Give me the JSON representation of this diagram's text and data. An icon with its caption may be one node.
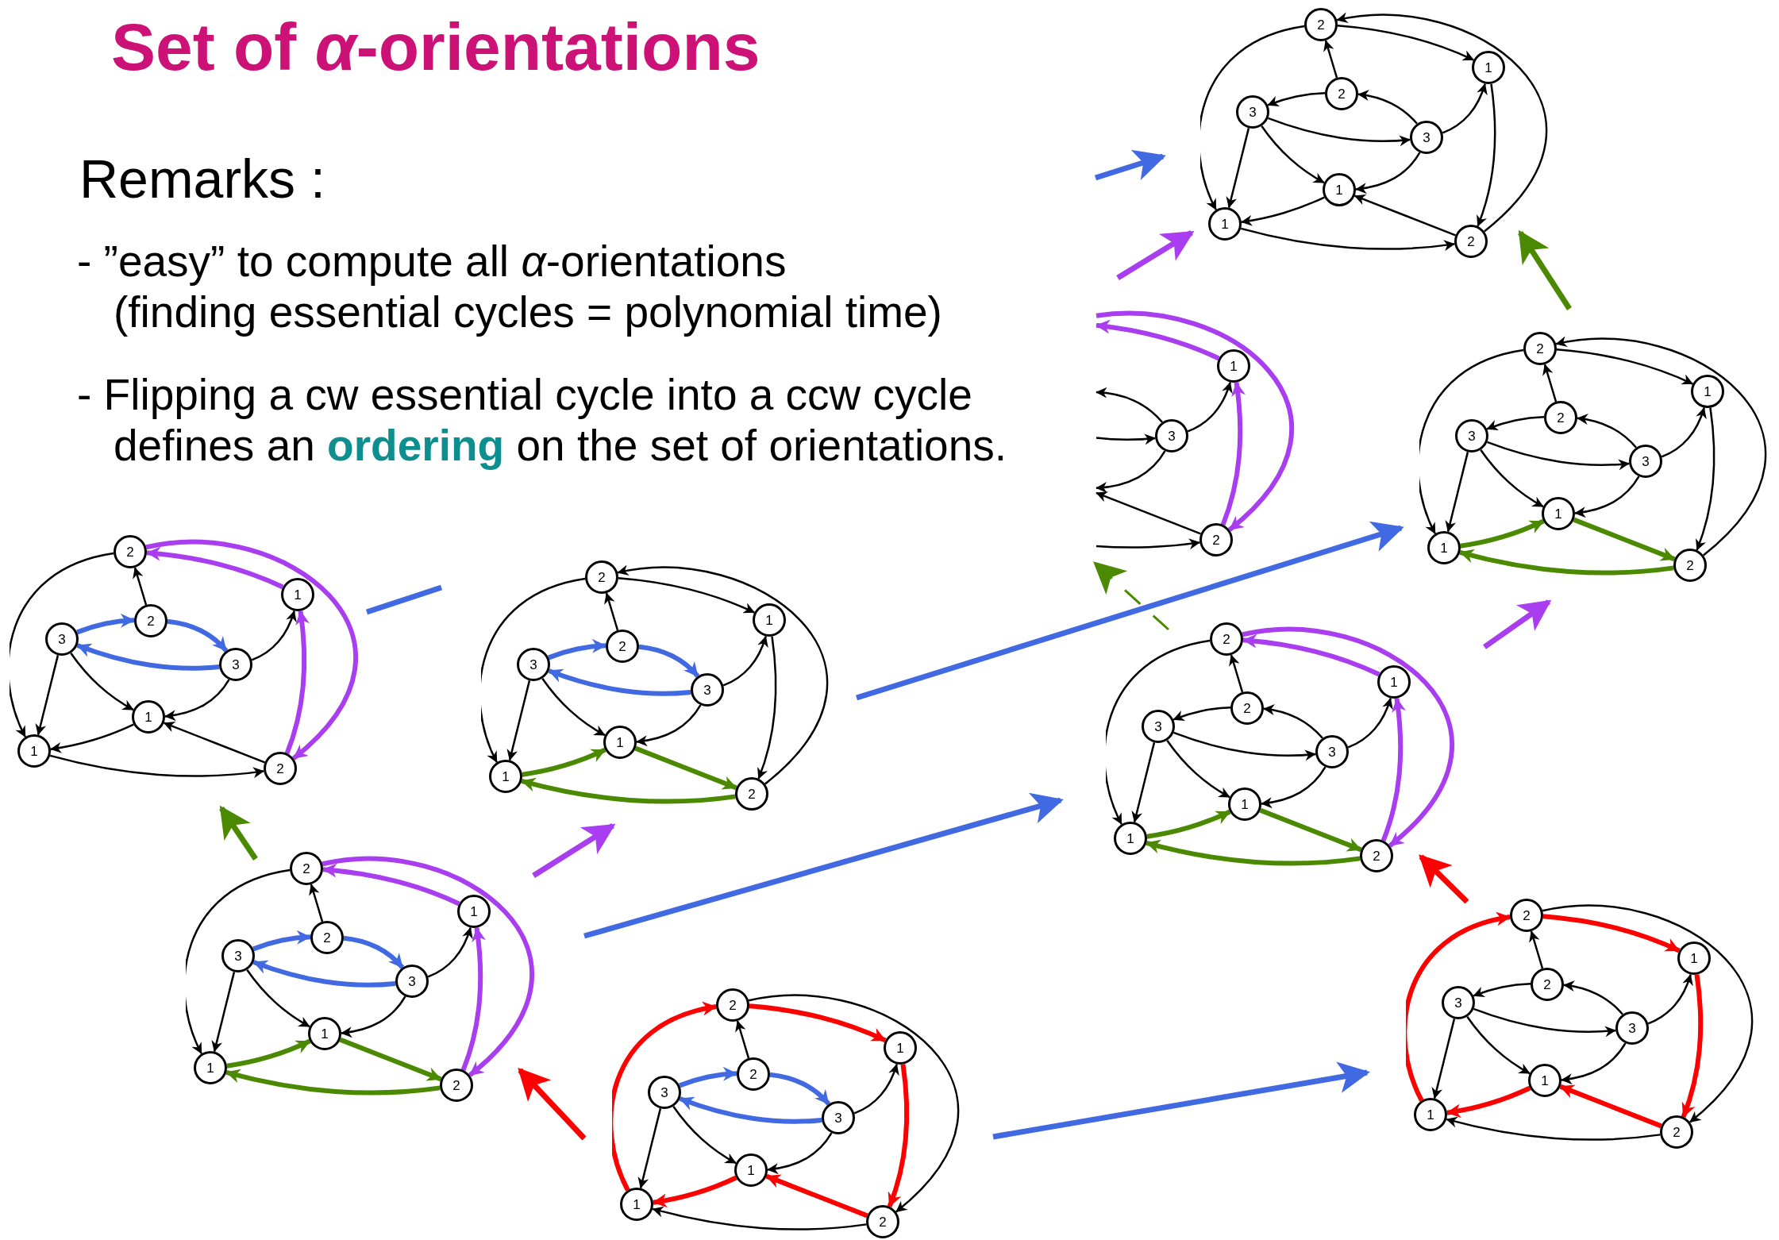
{
  "diagram": {
    "title": "Set of *α*-orientations",
    "nodes": [
      {
        "text": [],
        "shape": "picture"
      },
      {
        "text": [
          "2"
        ],
        "in": 0
      },
      {
        "text": [
          "1"
        ],
        "in": 0
      },
      {
        "text": [
          "2"
        ],
        "in": 0
      },
      {
        "text": [
          "3"
        ],
        "in": 0
      },
      {
        "text": [
          "3"
        ],
        "in": 0
      },
      {
        "text": [
          "1"
        ],
        "in": 0
      },
      {
        "text": [
          "1"
        ],
        "in": 0
      },
      {
        "text": [
          "2"
        ],
        "in": 0
      },
      {
        "text": [],
        "shape": "picture"
      },
      {
        "text": [
          "1"
        ],
        "in": 9
      },
      {
        "text": [
          "3"
        ],
        "in": 9
      },
      {
        "text": [
          "2"
        ],
        "in": 9
      },
      {
        "text": [],
        "shape": "picture"
      },
      {
        "text": [
          "2"
        ],
        "in": 13
      },
      {
        "text": [
          "1"
        ],
        "in": 13
      },
      {
        "text": [
          "2"
        ],
        "in": 13
      },
      {
        "text": [
          "3"
        ],
        "in": 13
      },
      {
        "text": [
          "3"
        ],
        "in": 13
      },
      {
        "text": [
          "1"
        ],
        "in": 13
      },
      {
        "text": [
          "1"
        ],
        "in": 13
      },
      {
        "text": [
          "2"
        ],
        "in": 13
      },
      {
        "text": [],
        "shape": "picture"
      },
      {
        "text": [
          "2"
        ],
        "in": 22
      },
      {
        "text": [
          "1"
        ],
        "in": 22
      },
      {
        "text": [
          "2"
        ],
        "in": 22
      },
      {
        "text": [
          "3"
        ],
        "in": 22
      },
      {
        "text": [
          "3"
        ],
        "in": 22
      },
      {
        "text": [
          "1"
        ],
        "in": 22
      },
      {
        "text": [
          "1"
        ],
        "in": 22
      },
      {
        "text": [
          "2"
        ],
        "in": 22
      },
      {
        "text": [],
        "shape": "picture"
      },
      {
        "text": [
          "2"
        ],
        "in": 31
      },
      {
        "text": [
          "1"
        ],
        "in": 31
      },
      {
        "text": [
          "2"
        ],
        "in": 31
      },
      {
        "text": [
          "3"
        ],
        "in": 31
      },
      {
        "text": [
          "3"
        ],
        "in": 31
      },
      {
        "text": [
          "1"
        ],
        "in": 31
      },
      {
        "text": [
          "1"
        ],
        "in": 31
      },
      {
        "text": [
          "2"
        ],
        "in": 31
      },
      {
        "text": [],
        "shape": "picture"
      },
      {
        "text": [
          "2"
        ],
        "in": 40
      },
      {
        "text": [
          "1"
        ],
        "in": 40
      },
      {
        "text": [
          "2"
        ],
        "in": 40
      },
      {
        "text": [
          "3"
        ],
        "in": 40
      },
      {
        "text": [
          "3"
        ],
        "in": 40
      },
      {
        "text": [
          "1"
        ],
        "in": 40
      },
      {
        "text": [
          "1"
        ],
        "in": 40
      },
      {
        "text": [
          "2"
        ],
        "in": 40
      },
      {
        "text": [],
        "shape": "picture"
      },
      {
        "text": [
          "2"
        ],
        "in": 49
      },
      {
        "text": [
          "1"
        ],
        "in": 49
      },
      {
        "text": [
          "2"
        ],
        "in": 49
      },
      {
        "text": [
          "3"
        ],
        "in": 49
      },
      {
        "text": [
          "3"
        ],
        "in": 49
      },
      {
        "text": [
          "1"
        ],
        "in": 49
      },
      {
        "text": [
          "1"
        ],
        "in": 49
      },
      {
        "text": [
          "2"
        ],
        "in": 49
      },
      {
        "text": [],
        "shape": "picture"
      },
      {
        "text": [
          "2"
        ],
        "in": 58
      },
      {
        "text": [
          "1"
        ],
        "in": 58
      },
      {
        "text": [
          "2"
        ],
        "in": 58
      },
      {
        "text": [
          "3"
        ],
        "in": 58
      },
      {
        "text": [
          "3"
        ],
        "in": 58
      },
      {
        "text": [
          "1"
        ],
        "in": 58
      },
      {
        "text": [
          "1"
        ],
        "in": 58
      },
      {
        "text": [
          "2"
        ],
        "in": 58
      },
      {
        "text": [],
        "shape": "picture"
      },
      {
        "text": [
          "2"
        ],
        "in": 67
      },
      {
        "text": [
          "1"
        ],
        "in": 67
      },
      {
        "text": [
          "2"
        ],
        "in": 67
      },
      {
        "text": [
          "3"
        ],
        "in": 67
      },
      {
        "text": [
          "3"
        ],
        "in": 67
      },
      {
        "text": [
          "1"
        ],
        "in": 67
      },
      {
        "text": [
          "1"
        ],
        "in": 67
      },
      {
        "text": [
          "2"
        ],
        "in": 67
      }
    ],
    "edges": [
      {
        "from": 1,
        "to": 2,
        "arrow": "to"
      },
      {
        "from": 8,
        "to": 1,
        "arrow": "to"
      },
      {
        "from": 1,
        "to": 7,
        "arrow": "to"
      },
      {
        "from": 3,
        "to": 1,
        "arrow": "to"
      },
      {
        "from": 3,
        "to": 4,
        "arrow": "to"
      },
      {
        "from": 5,
        "to": 3,
        "arrow": "to"
      },
      {
        "from": 4,
        "to": 5,
        "arrow": "to"
      },
      {
        "from": 5,
        "to": 2,
        "arrow": "to"
      },
      {
        "from": 2,
        "to": 8,
        "arrow": "to"
      },
      {
        "from": 4,
        "to": 7,
        "arrow": "to"
      },
      {
        "from": 4,
        "to": 6,
        "arrow": "to"
      },
      {
        "from": 5,
        "to": 6,
        "arrow": "to"
      },
      {
        "from": 6,
        "to": 7,
        "arrow": "to"
      },
      {
        "from": 8,
        "to": 6,
        "arrow": "to"
      },
      {
        "from": 7,
        "to": 8,
        "arrow": "to"
      },
      {
        "from": 10,
        "to": null,
        "arrow": "to",
        "style": "thick",
        "color": "#a93ef0"
      },
      {
        "from": null,
        "to": 12,
        "arrow": "to",
        "style": "thick",
        "color": "#a93ef0"
      },
      {
        "from": 12,
        "to": 10,
        "arrow": "to",
        "style": "thick",
        "color": "#a93ef0"
      },
      {
        "from": 11,
        "to": 10,
        "arrow": "to"
      },
      {
        "from": 11,
        "to": null,
        "arrow": "to"
      },
      {
        "from": null,
        "to": 11,
        "arrow": "to"
      },
      {
        "from": 11,
        "to": null,
        "arrow": "to"
      },
      {
        "from": 12,
        "to": null,
        "arrow": "to"
      },
      {
        "from": null,
        "to": 12,
        "arrow": "to"
      },
      {
        "from": 14,
        "to": 15,
        "arrow": "to"
      },
      {
        "from": 21,
        "to": 14,
        "arrow": "to"
      },
      {
        "from": 14,
        "to": 20,
        "arrow": "to"
      },
      {
        "from": 16,
        "to": 14,
        "arrow": "to"
      },
      {
        "from": 16,
        "to": 17,
        "arrow": "to"
      },
      {
        "from": 18,
        "to": 16,
        "arrow": "to"
      },
      {
        "from": 17,
        "to": 18,
        "arrow": "to"
      },
      {
        "from": 18,
        "to": 15,
        "arrow": "to"
      },
      {
        "from": 15,
        "to": 21,
        "arrow": "to"
      },
      {
        "from": 17,
        "to": 20,
        "arrow": "to"
      },
      {
        "from": 17,
        "to": 19,
        "arrow": "to"
      },
      {
        "from": 18,
        "to": 19,
        "arrow": "to"
      },
      {
        "from": 20,
        "to": 19,
        "arrow": "to",
        "style": "thick",
        "color": "#4b8a00"
      },
      {
        "from": 19,
        "to": 21,
        "arrow": "to",
        "style": "thick",
        "color": "#4b8a00"
      },
      {
        "from": 21,
        "to": 20,
        "arrow": "to",
        "style": "thick",
        "color": "#4b8a00"
      },
      {
        "from": 24,
        "to": 23,
        "arrow": "to",
        "style": "thick",
        "color": "#a93ef0"
      },
      {
        "from": 23,
        "to": 30,
        "arrow": "to",
        "style": "thick",
        "color": "#a93ef0"
      },
      {
        "from": 30,
        "to": 24,
        "arrow": "to",
        "style": "thick",
        "color": "#a93ef0"
      },
      {
        "from": 26,
        "to": 25,
        "arrow": "to",
        "style": "thick",
        "color": "#4169e1"
      },
      {
        "from": 25,
        "to": 27,
        "arrow": "to",
        "style": "thick",
        "color": "#4169e1"
      },
      {
        "from": 27,
        "to": 26,
        "arrow": "to",
        "style": "thick",
        "color": "#4169e1"
      },
      {
        "from": 23,
        "to": 29,
        "arrow": "to"
      },
      {
        "from": 25,
        "to": 23,
        "arrow": "to"
      },
      {
        "from": 27,
        "to": 24,
        "arrow": "to"
      },
      {
        "from": 26,
        "to": 29,
        "arrow": "to"
      },
      {
        "from": 26,
        "to": 28,
        "arrow": "to"
      },
      {
        "from": 27,
        "to": 28,
        "arrow": "to"
      },
      {
        "from": 28,
        "to": 29,
        "arrow": "to"
      },
      {
        "from": 30,
        "to": 28,
        "arrow": "to"
      },
      {
        "from": 29,
        "to": 30,
        "arrow": "to"
      },
      {
        "from": 32,
        "to": 33,
        "arrow": "to"
      },
      {
        "from": 39,
        "to": 32,
        "arrow": "to"
      },
      {
        "from": 33,
        "to": 39,
        "arrow": "to"
      },
      {
        "from": 32,
        "to": 38,
        "arrow": "to"
      },
      {
        "from": 34,
        "to": 32,
        "arrow": "to"
      },
      {
        "from": 36,
        "to": 33,
        "arrow": "to"
      },
      {
        "from": 35,
        "to": 38,
        "arrow": "to"
      },
      {
        "from": 35,
        "to": 37,
        "arrow": "to"
      },
      {
        "from": 36,
        "to": 37,
        "arrow": "to"
      },
      {
        "from": 35,
        "to": 34,
        "arrow": "to",
        "style": "thick",
        "color": "#4169e1"
      },
      {
        "from": 34,
        "to": 36,
        "arrow": "to",
        "style": "thick",
        "color": "#4169e1"
      },
      {
        "from": 36,
        "to": 35,
        "arrow": "to",
        "style": "thick",
        "color": "#4169e1"
      },
      {
        "from": 38,
        "to": 37,
        "arrow": "to",
        "style": "thick",
        "color": "#4b8a00"
      },
      {
        "from": 37,
        "to": 39,
        "arrow": "to",
        "style": "thick",
        "color": "#4b8a00"
      },
      {
        "from": 39,
        "to": 38,
        "arrow": "to",
        "style": "thick",
        "color": "#4b8a00"
      },
      {
        "from": 42,
        "to": 41,
        "arrow": "to",
        "style": "thick",
        "color": "#a93ef0"
      },
      {
        "from": 41,
        "to": 48,
        "arrow": "to",
        "style": "thick",
        "color": "#a93ef0"
      },
      {
        "from": 48,
        "to": 42,
        "arrow": "to",
        "style": "thick",
        "color": "#a93ef0"
      },
      {
        "from": 47,
        "to": 46,
        "arrow": "to",
        "style": "thick",
        "color": "#4b8a00"
      },
      {
        "from": 46,
        "to": 48,
        "arrow": "to",
        "style": "thick",
        "color": "#4b8a00"
      },
      {
        "from": 48,
        "to": 47,
        "arrow": "to",
        "style": "thick",
        "color": "#4b8a00"
      },
      {
        "from": 41,
        "to": 47,
        "arrow": "to"
      },
      {
        "from": 43,
        "to": 41,
        "arrow": "to"
      },
      {
        "from": 43,
        "to": 44,
        "arrow": "to"
      },
      {
        "from": 45,
        "to": 43,
        "arrow": "to"
      },
      {
        "from": 44,
        "to": 45,
        "arrow": "to"
      },
      {
        "from": 45,
        "to": 42,
        "arrow": "to"
      },
      {
        "from": 44,
        "to": 47,
        "arrow": "to"
      },
      {
        "from": 44,
        "to": 46,
        "arrow": "to"
      },
      {
        "from": 45,
        "to": 46,
        "arrow": "to"
      },
      {
        "from": 51,
        "to": 50,
        "arrow": "to",
        "style": "thick",
        "color": "#a93ef0"
      },
      {
        "from": 50,
        "to": 57,
        "arrow": "to",
        "style": "thick",
        "color": "#a93ef0"
      },
      {
        "from": 57,
        "to": 51,
        "arrow": "to",
        "style": "thick",
        "color": "#a93ef0"
      },
      {
        "from": 56,
        "to": 55,
        "arrow": "to",
        "style": "thick",
        "color": "#4b8a00"
      },
      {
        "from": 55,
        "to": 57,
        "arrow": "to",
        "style": "thick",
        "color": "#4b8a00"
      },
      {
        "from": 57,
        "to": 56,
        "arrow": "to",
        "style": "thick",
        "color": "#4b8a00"
      },
      {
        "from": 53,
        "to": 52,
        "arrow": "to",
        "style": "thick",
        "color": "#4169e1"
      },
      {
        "from": 52,
        "to": 54,
        "arrow": "to",
        "style": "thick",
        "color": "#4169e1"
      },
      {
        "from": 54,
        "to": 53,
        "arrow": "to",
        "style": "thick",
        "color": "#4169e1"
      },
      {
        "from": 50,
        "to": 56,
        "arrow": "to"
      },
      {
        "from": 52,
        "to": 50,
        "arrow": "to"
      },
      {
        "from": 54,
        "to": 51,
        "arrow": "to"
      },
      {
        "from": 53,
        "to": 56,
        "arrow": "to"
      },
      {
        "from": 53,
        "to": 55,
        "arrow": "to"
      },
      {
        "from": 54,
        "to": 55,
        "arrow": "to"
      },
      {
        "from": 59,
        "to": 60,
        "arrow": "to",
        "style": "thick",
        "color": "#ff0000"
      },
      {
        "from": 60,
        "to": 66,
        "arrow": "to",
        "style": "thick",
        "color": "#ff0000"
      },
      {
        "from": 66,
        "to": 64,
        "arrow": "to",
        "style": "thick",
        "color": "#ff0000"
      },
      {
        "from": 64,
        "to": 65,
        "arrow": "to",
        "style": "thick",
        "color": "#ff0000"
      },
      {
        "from": 65,
        "to": 59,
        "arrow": "to",
        "style": "thick",
        "color": "#ff0000"
      },
      {
        "from": 59,
        "to": 66,
        "arrow": "to"
      },
      {
        "from": 66,
        "to": 65,
        "arrow": "to"
      },
      {
        "from": 61,
        "to": 59,
        "arrow": "to"
      },
      {
        "from": 61,
        "to": 62,
        "arrow": "to"
      },
      {
        "from": 63,
        "to": 61,
        "arrow": "to"
      },
      {
        "from": 62,
        "to": 63,
        "arrow": "to"
      },
      {
        "from": 63,
        "to": 60,
        "arrow": "to"
      },
      {
        "from": 62,
        "to": 65,
        "arrow": "to"
      },
      {
        "from": 62,
        "to": 64,
        "arrow": "to"
      },
      {
        "from": 63,
        "to": 64,
        "arrow": "to"
      },
      {
        "from": 68,
        "to": 69,
        "arrow": "to",
        "style": "thick",
        "color": "#ff0000"
      },
      {
        "from": 69,
        "to": 75,
        "arrow": "to",
        "style": "thick",
        "color": "#ff0000"
      },
      {
        "from": 75,
        "to": 73,
        "arrow": "to",
        "style": "thick",
        "color": "#ff0000"
      },
      {
        "from": 73,
        "to": 74,
        "arrow": "to",
        "style": "thick",
        "color": "#ff0000"
      },
      {
        "from": 74,
        "to": 68,
        "arrow": "to",
        "style": "thick",
        "color": "#ff0000"
      },
      {
        "from": 68,
        "to": 75,
        "arrow": "to"
      },
      {
        "from": 75,
        "to": 74,
        "arrow": "to"
      },
      {
        "from": 70,
        "to": 68,
        "arrow": "to"
      },
      {
        "from": 72,
        "to": 69,
        "arrow": "to"
      },
      {
        "from": 71,
        "to": 74,
        "arrow": "to"
      },
      {
        "from": 71,
        "to": 73,
        "arrow": "to"
      },
      {
        "from": 72,
        "to": 73,
        "arrow": "to"
      },
      {
        "from": 71,
        "to": 70,
        "arrow": "to",
        "style": "thick",
        "color": "#4169e1"
      },
      {
        "from": 70,
        "to": 72,
        "arrow": "to",
        "style": "thick",
        "color": "#4169e1"
      },
      {
        "from": 72,
        "to": 71,
        "arrow": "to",
        "style": "thick",
        "color": "#4169e1"
      },
      {
        "from": 22,
        "to": null,
        "arrow": "none",
        "style": "thick",
        "color": "#4169e1"
      },
      {
        "from": 49,
        "to": 22,
        "arrow": "to",
        "style": "thick",
        "color": "#4b8a00"
      },
      {
        "from": 49,
        "to": 31,
        "arrow": "to",
        "style": "thick",
        "color": "#a93ef0"
      },
      {
        "from": 49,
        "to": 40,
        "arrow": "to",
        "style": "thick",
        "color": "#4169e1"
      },
      {
        "from": 67,
        "to": 49,
        "arrow": "to",
        "style": "thick",
        "color": "#ff0000"
      },
      {
        "from": 67,
        "to": 58,
        "arrow": "to",
        "style": "thick",
        "color": "#4169e1"
      },
      {
        "from": 58,
        "to": 40,
        "arrow": "to",
        "style": "thick",
        "color": "#ff0000"
      },
      {
        "from": 40,
        "to": 13,
        "arrow": "to",
        "style": "thick",
        "color": "#a93ef0"
      },
      {
        "from": 40,
        "to": 9,
        "arrow": "to",
        "style": "dashed",
        "color": "#4b8a00"
      },
      {
        "from": 31,
        "to": 13,
        "arrow": "to",
        "style": "thick",
        "color": "#4169e1"
      },
      {
        "from": 13,
        "to": 0,
        "arrow": "to",
        "style": "thick",
        "color": "#4b8a00"
      },
      {
        "from": 9,
        "to": 0,
        "arrow": "to",
        "style": "thick",
        "color": "#a93ef0"
      },
      {
        "from": null,
        "to": 0,
        "arrow": "to",
        "style": "thick",
        "color": "#4169e1"
      }
    ],
    "labels": [
      "Remarks :",
      "- ”easy” to compute all *α*-orientations",
      "(finding essential cycles = polynomial time)",
      "- Flipping a cw essential cycle into a ccw cycle defines an **ordering** on the set of orientations."
    ]
  }
}
